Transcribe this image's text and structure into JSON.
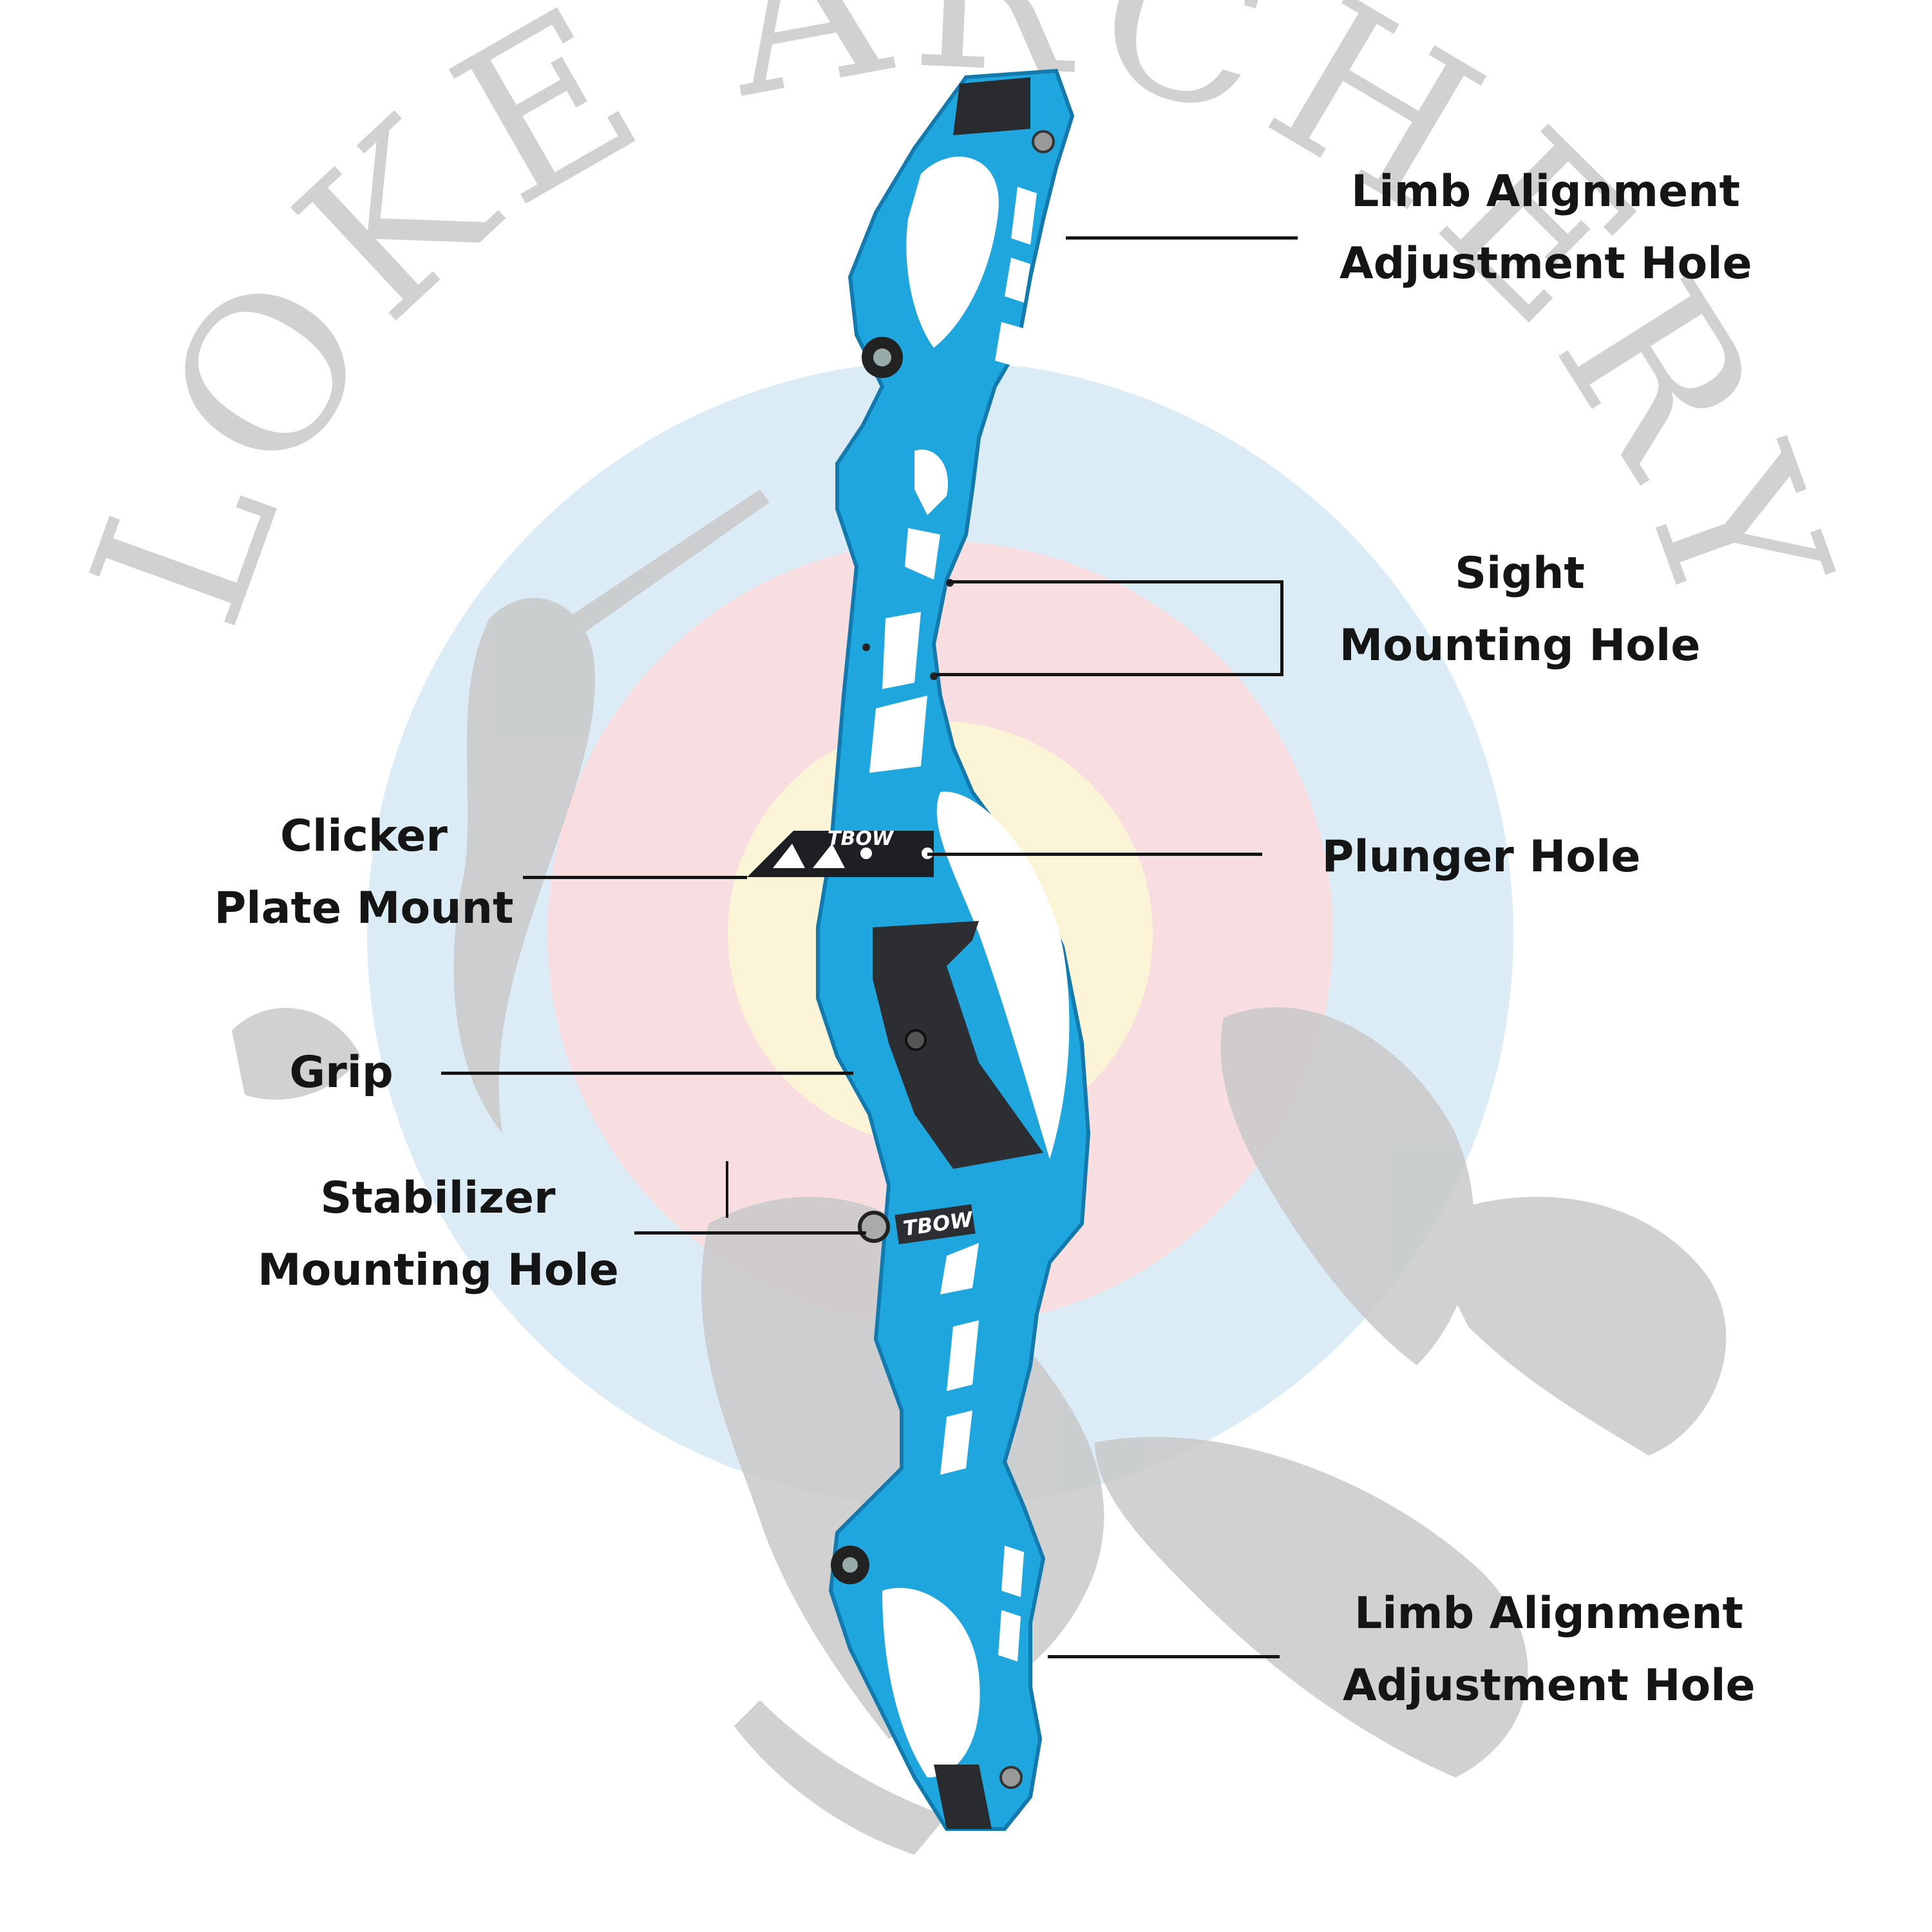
{
  "watermark": {
    "text": "LOKE ARCHERY",
    "colors": {
      "target_outer": "#dcecf6",
      "target_red": "#f8dde1",
      "target_gold": "#fbf4d6",
      "ink": "#c8c8c8"
    }
  },
  "riser": {
    "brand": "TBOW",
    "colors": {
      "body": "#1fa6df",
      "body_dark": "#1479ad",
      "grip": "#2c2e33",
      "plate": "#1e1f22",
      "hole": "#ffffff"
    }
  },
  "callouts": {
    "limb_top": {
      "line1": "Limb Alignment",
      "line2": "Adjustment Hole"
    },
    "sight": {
      "line1": "Sight",
      "line2": "Mounting Hole"
    },
    "plunger": {
      "line1": "Plunger Hole"
    },
    "clicker": {
      "line1": "Clicker",
      "line2": "Plate Mount"
    },
    "grip": {
      "line1": "Grip"
    },
    "stabilizer": {
      "line1": "Stabilizer",
      "line2": "Mounting Hole"
    },
    "limb_bottom": {
      "line1": "Limb Alignment",
      "line2": "Adjustment Hole"
    }
  }
}
